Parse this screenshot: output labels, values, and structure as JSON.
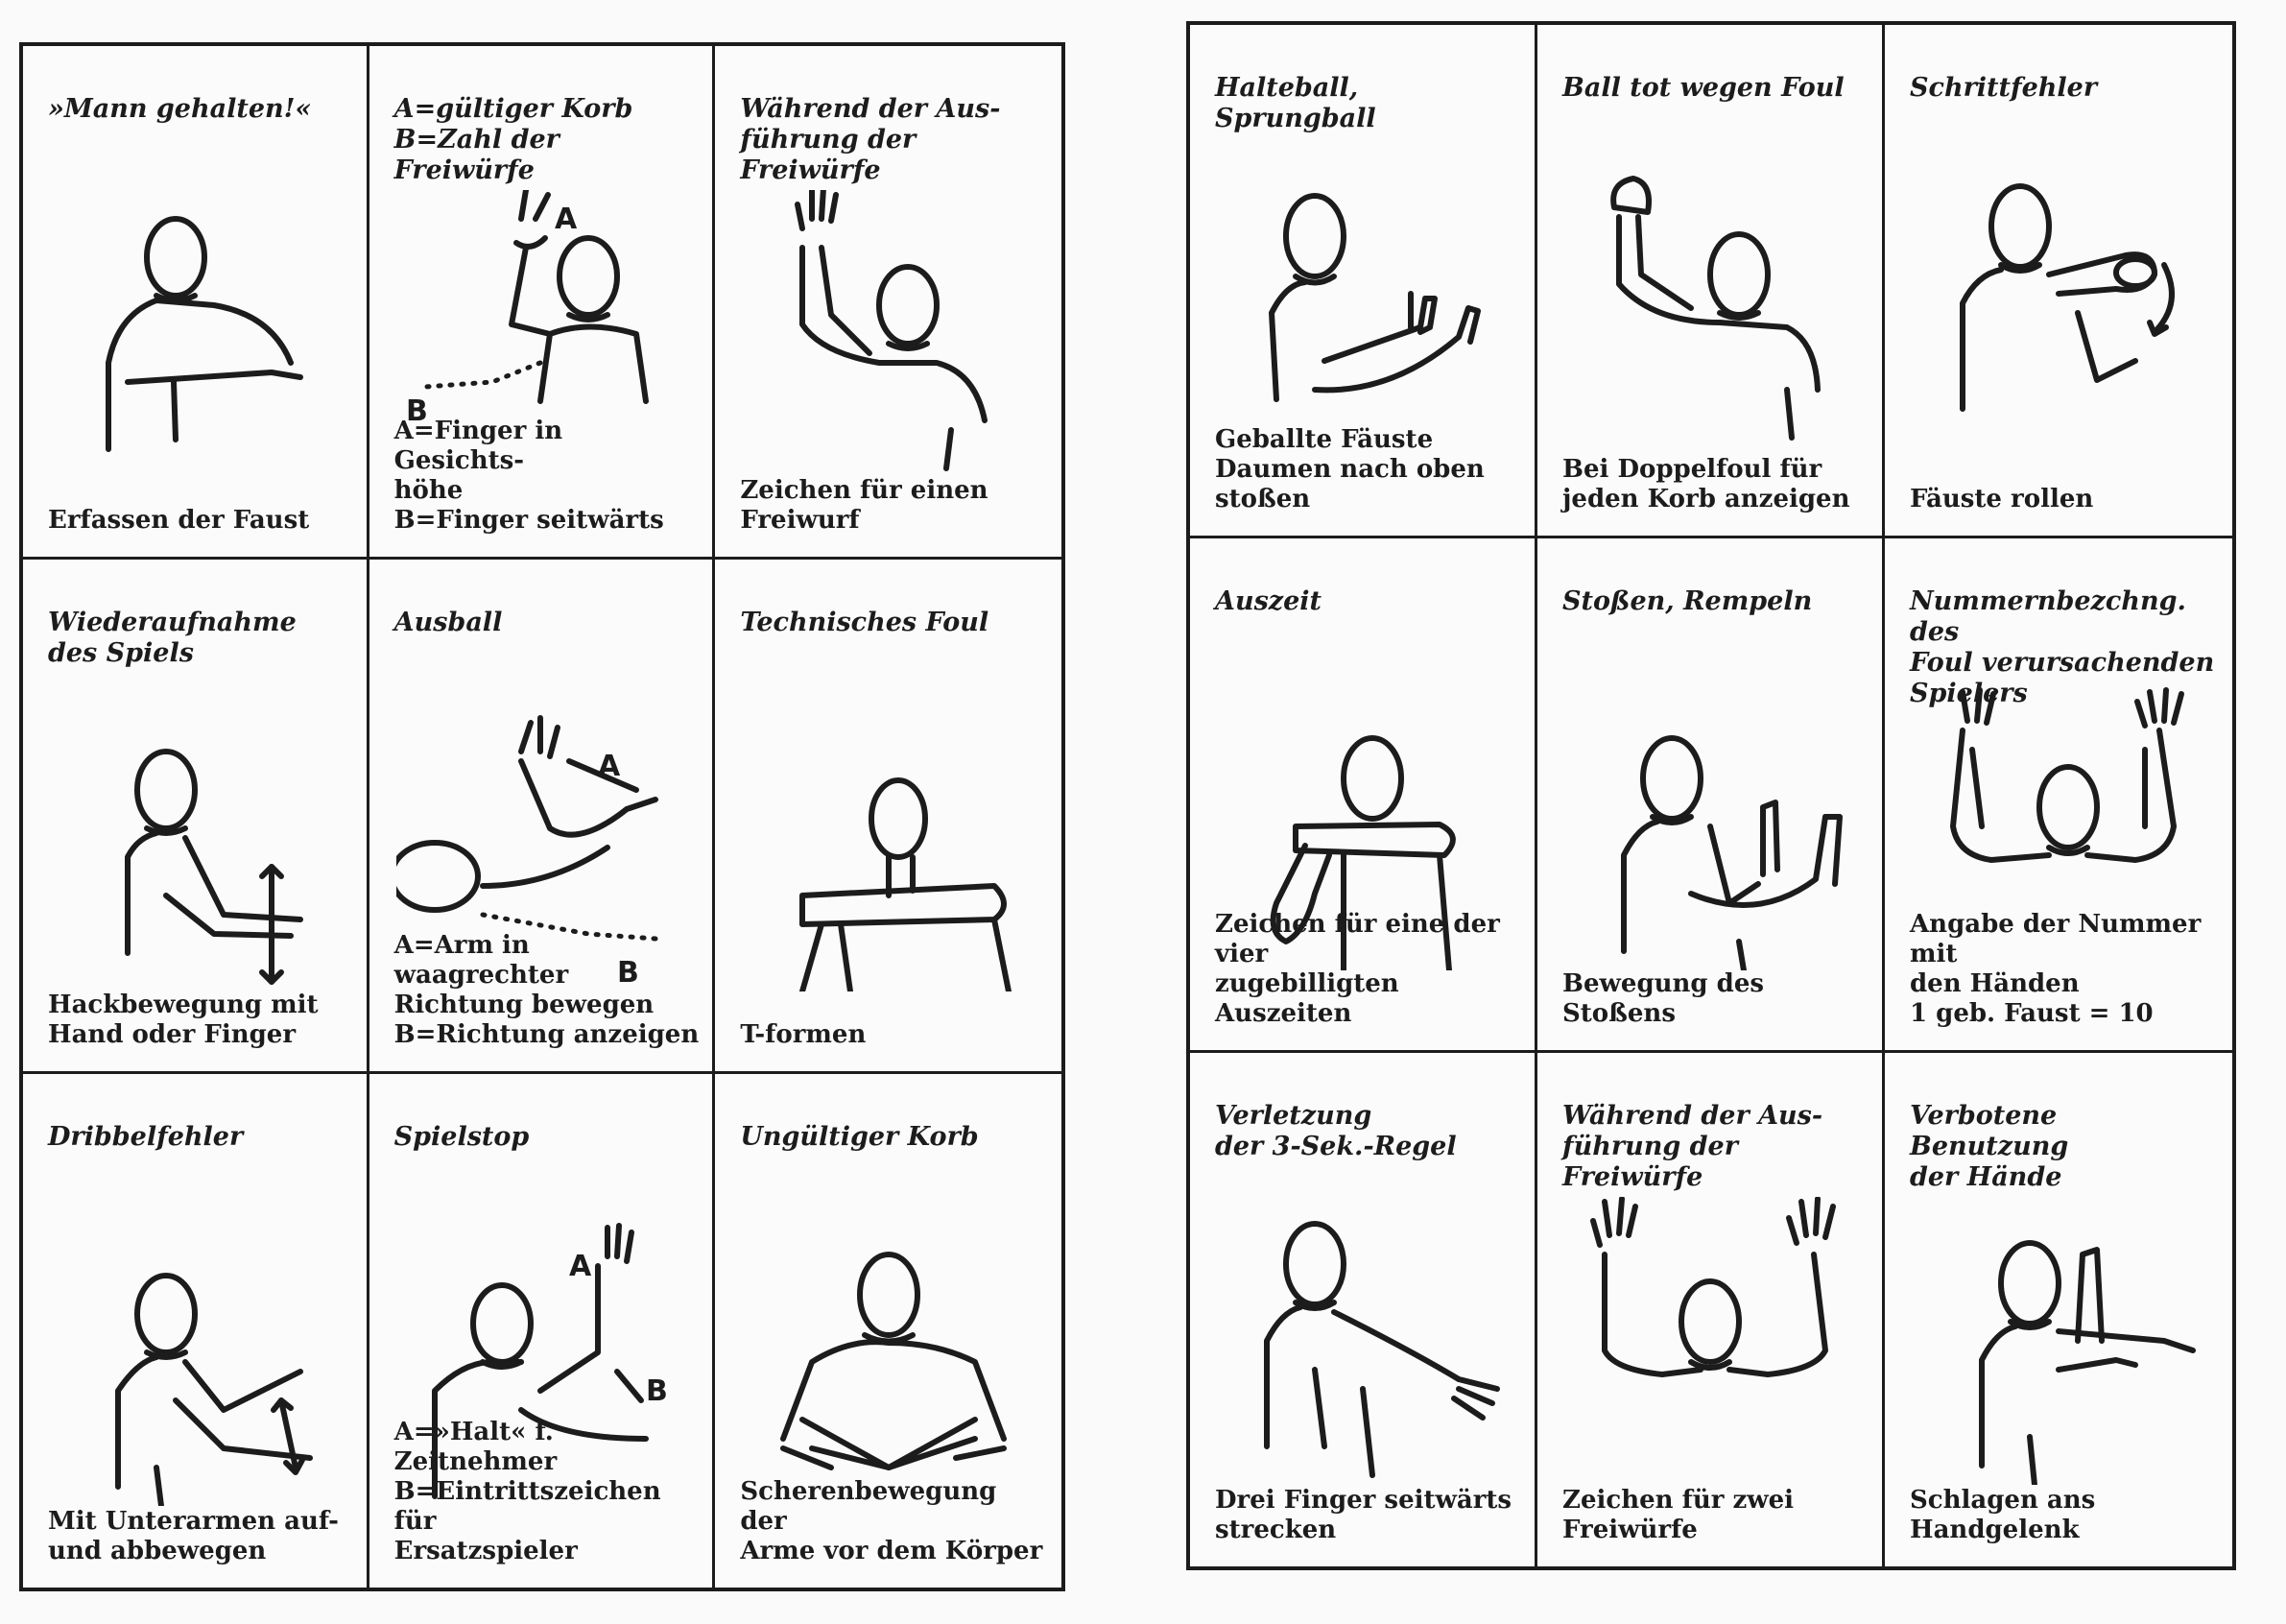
{
  "left_signals": [
    {
      "title": "»Mann gehalten!«",
      "caption": "Erfassen der Faust",
      "icon": "referee-gripping-wrist-icon"
    },
    {
      "title": "A=gültiger Korb\nB=Zahl der Freiwürfe",
      "caption": "A=Finger in Gesichts-\n    höhe\nB=Finger seitwärts",
      "icon": "referee-fingers-up-and-pointing-icon"
    },
    {
      "title": "Während der Aus-\nführung der Freiwürfe",
      "caption": "Zeichen für einen\nFreiwurf",
      "icon": "referee-one-hand-raised-icon"
    },
    {
      "title": "Wiederaufnahme\ndes Spiels",
      "caption": "Hackbewegung mit\nHand oder Finger",
      "icon": "referee-chop-motion-icon"
    },
    {
      "title": "Ausball",
      "caption": "A=Arm in waagrechter\n    Richtung bewegen\nB=Richtung anzeigen",
      "icon": "referee-out-of-bounds-icon"
    },
    {
      "title": "Technisches Foul",
      "caption": "T-formen",
      "icon": "referee-t-sign-icon"
    },
    {
      "title": "Dribbelfehler",
      "caption": "Mit Unterarmen auf-\nund abbewegen",
      "icon": "referee-forearms-up-down-icon"
    },
    {
      "title": "Spielstop",
      "caption": "A=»Halt« f. Zeitnehmer\nB=Eintrittszeichen für\n    Ersatzspieler",
      "icon": "referee-stop-and-substitution-icon"
    },
    {
      "title": "Ungültiger Korb",
      "caption": "Scherenbewegung der\nArme vor dem Körper",
      "icon": "referee-scissor-arms-icon"
    }
  ],
  "right_signals": [
    {
      "title": "Halteball, Sprungball",
      "caption": "Geballte Fäuste\nDaumen nach oben\nstoßen",
      "icon": "referee-thumbs-up-icon"
    },
    {
      "title": "Ball tot wegen Foul",
      "caption": "Bei Doppelfoul für\njeden Korb anzeigen",
      "icon": "referee-raised-fist-icon"
    },
    {
      "title": "Schrittfehler",
      "caption": "Fäuste rollen",
      "icon": "referee-rolling-fists-icon"
    },
    {
      "title": "Auszeit",
      "caption": "Zeichen für eine der vier\nzugebilligten Auszeiten",
      "icon": "referee-time-out-icon"
    },
    {
      "title": "Stoßen, Rempeln",
      "caption": "Bewegung des Stoßens",
      "icon": "referee-pushing-icon"
    },
    {
      "title": "Nummernbezchng. des\nFoul verursachenden\nSpielers",
      "caption": "Angabe der Nummer mit\nden Händen\n1 geb. Faust = 10",
      "icon": "referee-two-hands-number-icon"
    },
    {
      "title": "Verletzung\nder 3-Sek.-Regel",
      "caption": "Drei Finger seitwärts\nstrecken",
      "icon": "referee-three-fingers-sideways-icon"
    },
    {
      "title": "Während der Aus-\nführung der Freiwürfe",
      "caption": "Zeichen für zwei\nFreiwürfe",
      "icon": "referee-two-hands-raised-icon"
    },
    {
      "title": "Verbotene Benutzung\nder Hände",
      "caption": "Schlagen ans\nHandgelenk",
      "icon": "referee-wrist-strike-icon"
    }
  ]
}
